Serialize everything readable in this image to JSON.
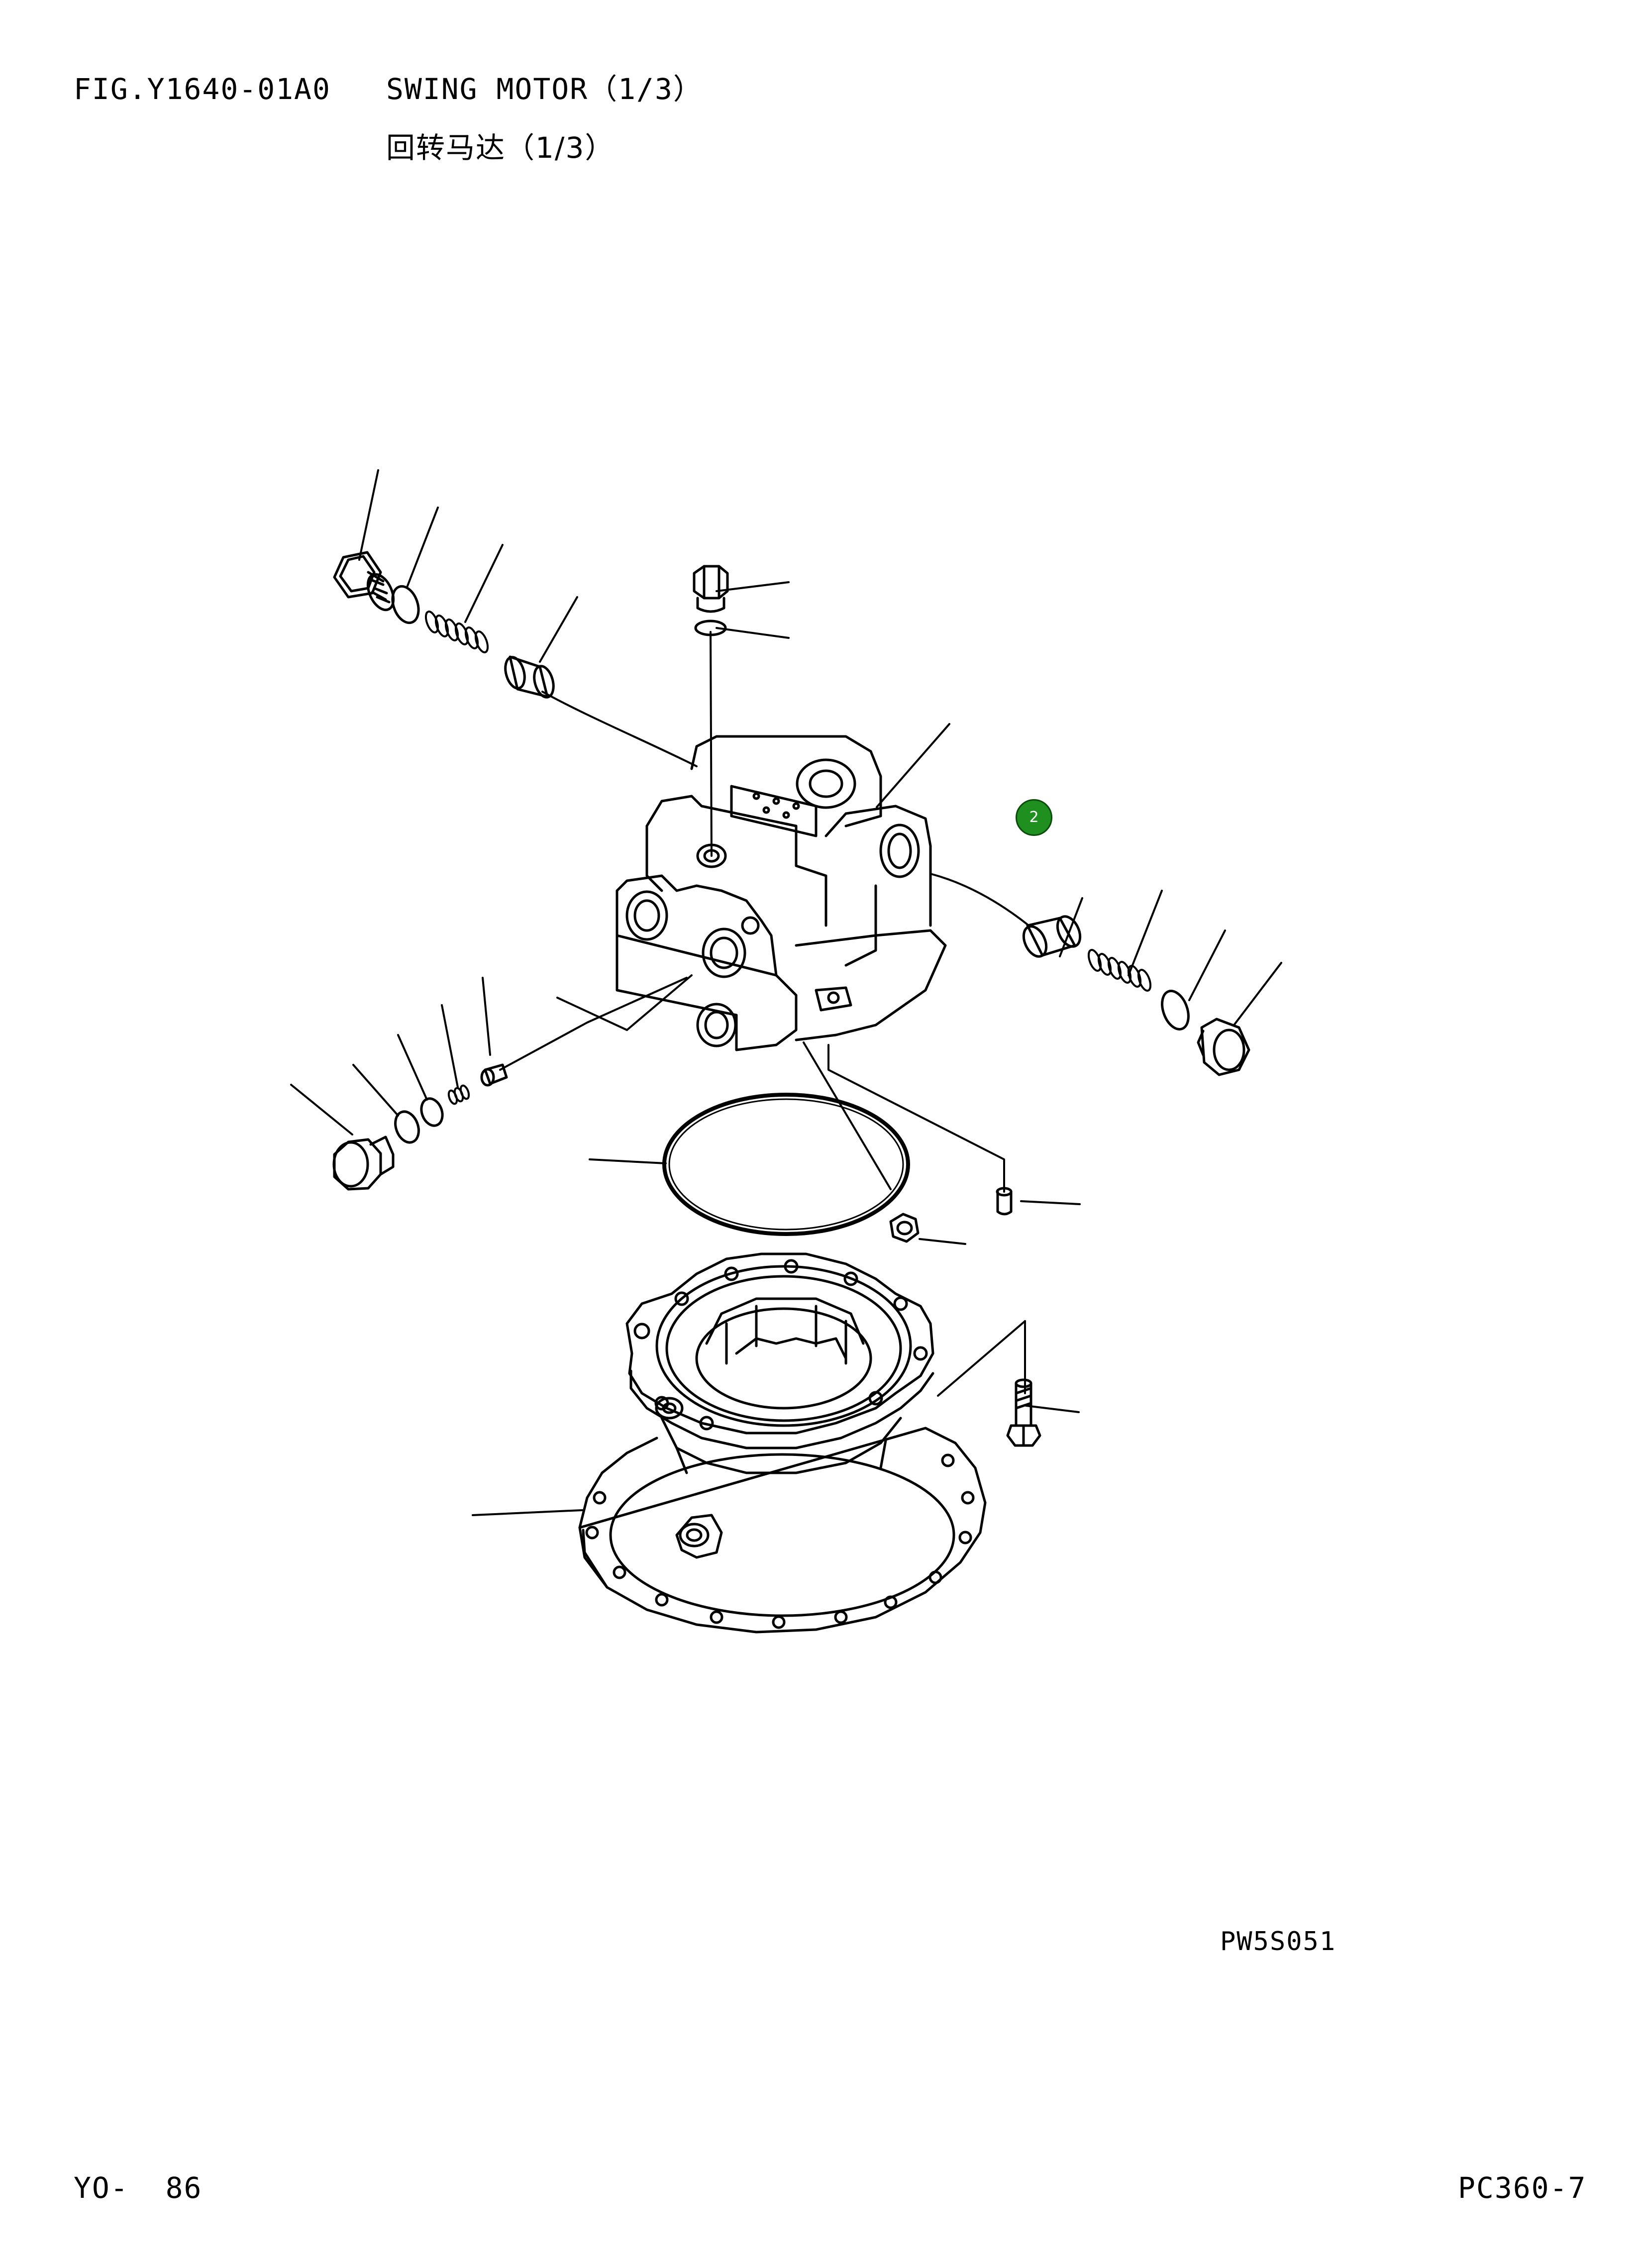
{
  "header": {
    "figure_code": "FIG.Y1640-01A0",
    "title_en": "SWING MOTOR（1/3）",
    "title_zh": "回转马达（1/3）"
  },
  "diagram": {
    "drawing_code": "PW5S051",
    "callouts": [
      {
        "label": "2"
      }
    ]
  },
  "footer": {
    "page_number": "YO-  86",
    "model": "PC360-7"
  },
  "colors": {
    "line": "#000000",
    "callout_fill": "#1f8f1f",
    "background": "#ffffff"
  }
}
